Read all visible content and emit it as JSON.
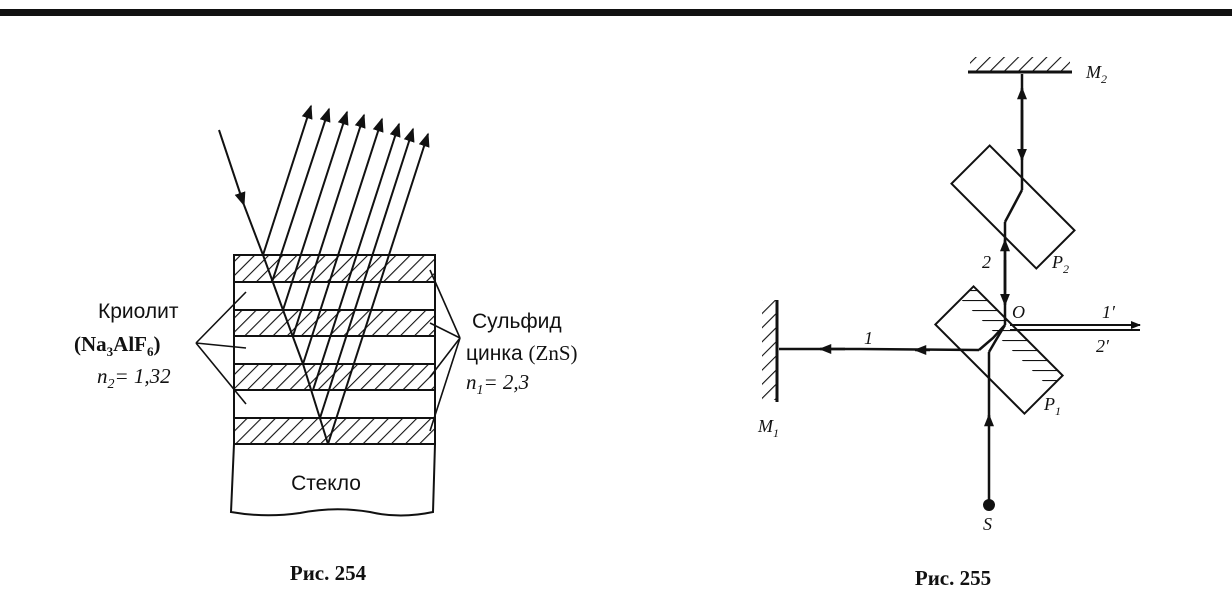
{
  "fig254": {
    "caption": "Рис. 254",
    "cryolite_name": "Криолит",
    "cryolite_formula_pre": "Na",
    "cryolite_formula_sub1": "3",
    "cryolite_formula_mid": "AlF",
    "cryolite_formula_sub2": "6",
    "cryolite_index_var": "n",
    "cryolite_index_sub": "2",
    "cryolite_index_val": "= 1,32",
    "zns_name_line1": "Сульфид",
    "zns_name_line2": "цинка",
    "zns_formula": "(ZnS)",
    "zns_index_var": "n",
    "zns_index_sub": "1",
    "zns_index_val": "= 2,3",
    "glass_label": "Стекло"
  },
  "fig255": {
    "caption": "Рис. 255",
    "mirror1_letter": "M",
    "mirror1_sub": "1",
    "mirror2_letter": "M",
    "mirror2_sub": "2",
    "plate1_letter": "P",
    "plate1_sub": "1",
    "plate2_letter": "P",
    "plate2_sub": "2",
    "point_o": "O",
    "source_s": "S",
    "beam1_label": "1",
    "beam2_label": "2",
    "out1_label": "1′",
    "out2_label": "2′"
  }
}
